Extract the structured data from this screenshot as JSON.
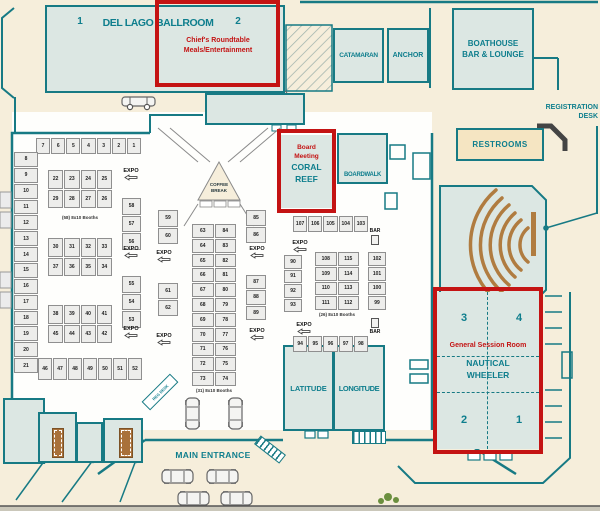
{
  "colors": {
    "wall_teal": "#177a84",
    "label_teal": "#0e7e8d",
    "highlight_red": "#c41313",
    "room_fill": "#dce7e3",
    "restroom_fill": "#f5e5c2",
    "booth_fill": "#ededeb",
    "seat_brown": "#b07c40",
    "background_cream": "#f6eedb"
  },
  "rooms": {
    "del_lago": {
      "title": "DEL LAGO BALLROOM",
      "section_1": "1",
      "section_2": "2"
    },
    "chiefs_roundtable": {
      "line1": "Chief's Roundtable",
      "line2": "Meals/Entertainment"
    },
    "catamaran": "CATAMARAN",
    "anchor": "ANCHOR",
    "boathouse": {
      "line1": "BOATHOUSE",
      "line2": "BAR & LOUNGE"
    },
    "registration_desk": {
      "line1": "REGISTRATION",
      "line2": "DESK"
    },
    "restrooms": "RESTROOMS",
    "coral_reef": {
      "meeting_line1": "Board",
      "meeting_line2": "Meeting",
      "name_line1": "CORAL",
      "name_line2": "REEF"
    },
    "boardwalk": "BOARDWALK",
    "latitude": "LATITUDE",
    "longitude": "LONGITUDE",
    "nautical_wheeler": {
      "highlight": "General Session Room",
      "name_line1": "NAUTICAL",
      "name_line2": "WHEELER",
      "quad_1": "1",
      "quad_2": "2",
      "quad_3": "3",
      "quad_4": "4"
    },
    "main_entrance": "MAIN ENTRANCE",
    "coffee_break": {
      "line1": "COFFEE",
      "line2": "BREAK"
    },
    "reg_desk_ramp": "REG DESK"
  },
  "expo": {
    "aisle_label": "EXPO",
    "bar_label": "BAR",
    "counts": {
      "left": "(58) 8x10 Booths",
      "center": "(31) 8x10 Booths",
      "right": "(26) 8x10 Booths"
    },
    "groups": {
      "top_row": [
        "7",
        "6",
        "5",
        "4",
        "3",
        "2",
        "1"
      ],
      "left_col": [
        "8",
        "9",
        "10",
        "11",
        "12",
        "13",
        "14",
        "15",
        "16",
        "17",
        "18",
        "19",
        "20",
        "21"
      ],
      "block_a": [
        [
          "22",
          "23",
          "24",
          "25"
        ],
        [
          "29",
          "28",
          "27",
          "26"
        ]
      ],
      "block_b": [
        [
          "30",
          "31",
          "32",
          "33"
        ],
        [
          "37",
          "36",
          "35",
          "34"
        ]
      ],
      "block_c": [
        [
          "38",
          "39",
          "40",
          "41"
        ],
        [
          "45",
          "44",
          "43",
          "42"
        ]
      ],
      "bottom_row": [
        "46",
        "47",
        "48",
        "49",
        "50",
        "51",
        "52"
      ],
      "col_58": [
        "58",
        "57",
        "56"
      ],
      "col_55": [
        "55",
        "54",
        "53"
      ],
      "aisle_left_a": [
        "59",
        "60"
      ],
      "aisle_left_b": [
        "61",
        "62"
      ],
      "center_double": [
        [
          "63",
          "84"
        ],
        [
          "64",
          "83"
        ],
        [
          "65",
          "82"
        ],
        [
          "66",
          "81"
        ],
        [
          "67",
          "80"
        ],
        [
          "68",
          "79"
        ],
        [
          "69",
          "78"
        ],
        [
          "70",
          "77"
        ],
        [
          "71",
          "76"
        ],
        [
          "72",
          "75"
        ],
        [
          "73",
          "74"
        ]
      ],
      "aisle_right_a": [
        "85",
        "86"
      ],
      "aisle_right_b": [
        "87",
        "88",
        "89"
      ],
      "right_top_row": [
        "107",
        "106",
        "105",
        "104",
        "103"
      ],
      "right_left_col": [
        "90",
        "91",
        "92",
        "93"
      ],
      "right_center": [
        [
          "108",
          "115"
        ],
        [
          "109",
          "114"
        ],
        [
          "110",
          "113"
        ],
        [
          "111",
          "112"
        ]
      ],
      "right_right_col": [
        "102",
        "101",
        "100",
        "99"
      ],
      "right_bottom_row": [
        "94",
        "95",
        "96",
        "97",
        "98"
      ]
    }
  }
}
